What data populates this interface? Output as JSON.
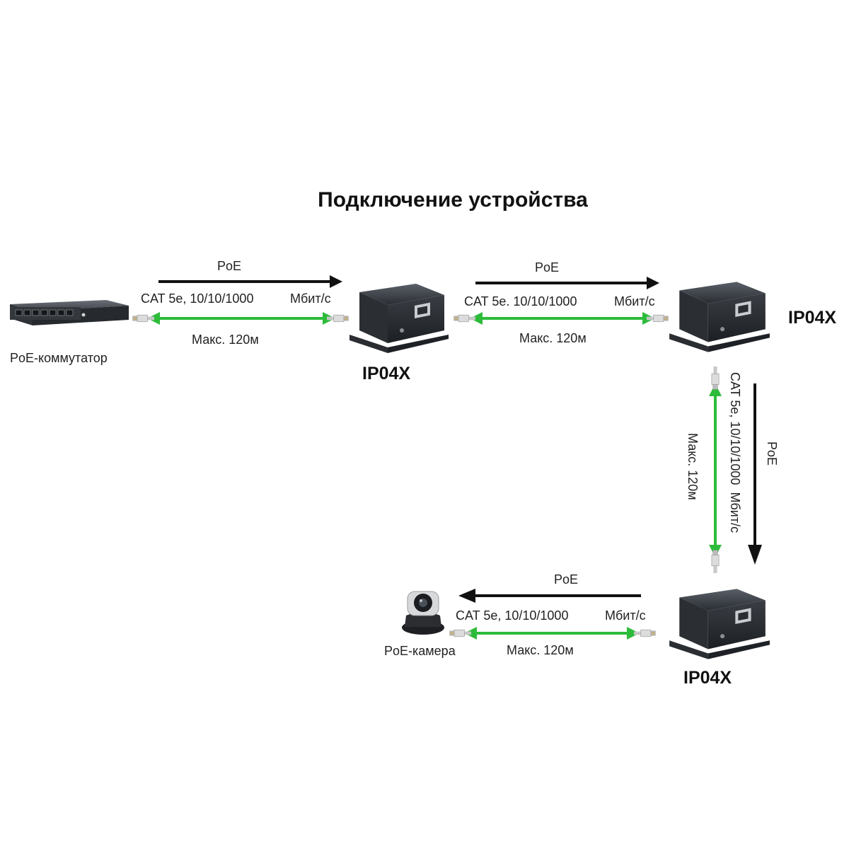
{
  "title": "Подключение устройства",
  "switch_label": "PoE-коммутатор",
  "camera_label": "PoE-камера",
  "device_name": "IP04X",
  "poe": "PoE",
  "cable_spec": {
    "cat": "CAT 5e, 10/10/1000",
    "cat_alt": "CAT 5e. 10/10/1000",
    "speed": "Мбит/с"
  },
  "max_distance": "Макс. 120м",
  "icons": [
    "poe-switch-icon",
    "ip04x-device-icon",
    "rj45-connector-icon",
    "ptz-camera-icon"
  ],
  "colors": {
    "power_arrow": "#111111",
    "data_arrow": "#2dbb3a"
  }
}
